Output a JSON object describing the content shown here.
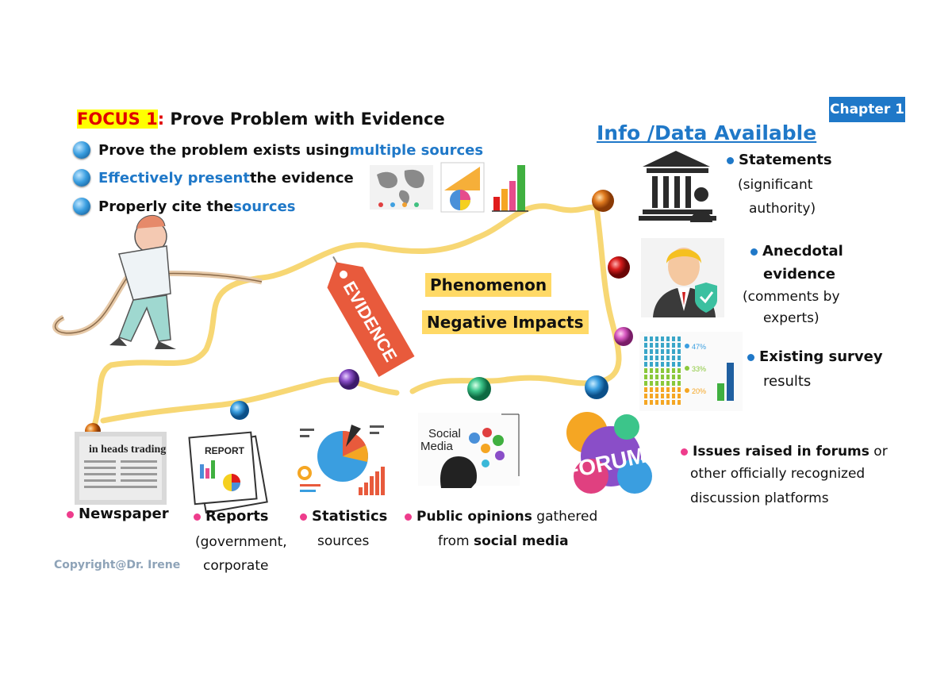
{
  "chapter_badge": "Chapter 1",
  "focus": {
    "prefix": "FOCUS 1",
    "colon": ":",
    "title": " Prove Problem with Evidence",
    "bullets": [
      {
        "pre": "Prove the problem exists using ",
        "hl": "multiple sources",
        "post": ""
      },
      {
        "pre": "",
        "hl": "Effectively present",
        "post": " the evidence"
      },
      {
        "pre": "Properly cite the ",
        "hl": "sources",
        "post": ""
      }
    ]
  },
  "info_title": "Info /Data  Available",
  "center": {
    "phenomenon": "Phenomenon",
    "negative_impacts": "Negative Impacts",
    "evidence_tag": "EVIDENCE"
  },
  "right_items": {
    "statements": {
      "title": "Statements",
      "line1": "(significant",
      "line2": "authority)"
    },
    "anecdotal": {
      "title1": "Anecdotal",
      "title2": "evidence",
      "line1": "(comments by",
      "line2": "experts)"
    },
    "survey": {
      "title": "Existing survey",
      "line1": "results",
      "pct1": "47%",
      "pct2": "33%",
      "pct3": "20%"
    },
    "forums": {
      "bold": "Issues raised in forums",
      "tail": " or",
      "line2": "other officially recognized",
      "line3": "discussion platforms"
    }
  },
  "bottom_items": {
    "newspaper": {
      "title": "Newspaper",
      "clip_text": "in heads trading"
    },
    "reports": {
      "title": "Reports",
      "line1": "(government,",
      "line2": "corporate",
      "doc_text": "REPORT"
    },
    "statistics": {
      "title": "Statistics",
      "line1": "sources"
    },
    "public": {
      "bold": "Public opinions",
      "tail": "  gathered",
      "line2_pre": "from ",
      "line2_bold": "social media",
      "icon_text1": "Social",
      "icon_text2": "Media"
    },
    "forum_bubble": "FORUM"
  },
  "copyright": "Copyright@Dr. Irene",
  "colors": {
    "accent_blue": "#1f78c8",
    "highlight_yellow": "#ffff00",
    "focus_red": "#e00000",
    "box_yellow": "#ffd966",
    "path_yellow": "#f7d774",
    "tag_red": "#e85a3c",
    "bullet_pink": "#ee3c8c"
  }
}
